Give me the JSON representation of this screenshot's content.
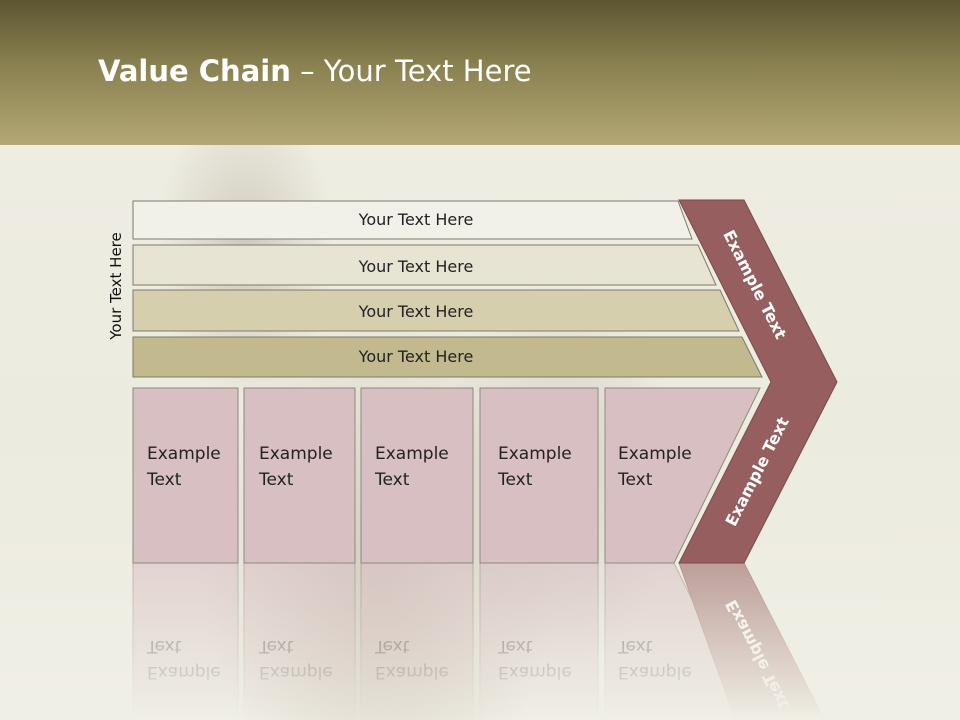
{
  "title": {
    "bold": "Value Chain",
    "rest": " – Your Text Here"
  },
  "side_label": "Your Text Here",
  "bands": [
    {
      "label": "Your Text Here",
      "color": "#f2f1e9"
    },
    {
      "label": "Your Text Here",
      "color": "#e7e4d4"
    },
    {
      "label": "Your Text Here",
      "color": "#d6cfae"
    },
    {
      "label": "Your Text Here",
      "color": "#c2b98f"
    }
  ],
  "cells": [
    {
      "line1": "Example",
      "line2": "Text"
    },
    {
      "line1": "Example",
      "line2": "Text"
    },
    {
      "line1": "Example",
      "line2": "Text"
    },
    {
      "line1": "Example",
      "line2": "Text"
    },
    {
      "line1": "Example",
      "line2": "Text"
    }
  ],
  "arrow": {
    "upper_label": "Example Text",
    "lower_label": "Example Text",
    "color": "#965e5e"
  },
  "colors": {
    "cell": "#d8bfc2",
    "header_dark": "#5c5531",
    "header_light": "#b3a775"
  }
}
